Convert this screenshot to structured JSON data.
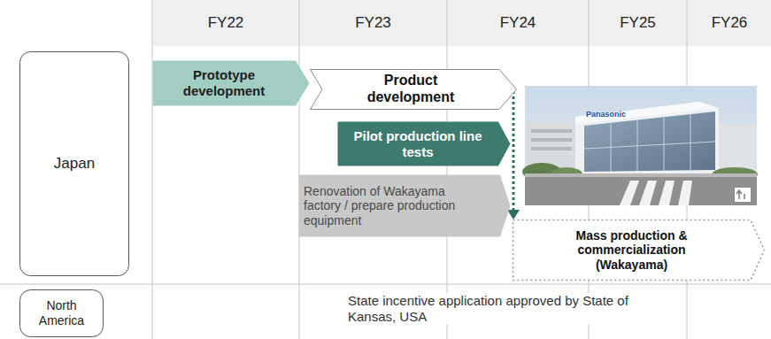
{
  "diagram": {
    "nodes": [
      {
        "text": [
          "FY22"
        ]
      },
      {
        "text": [
          "FY23"
        ]
      },
      {
        "text": [
          "FY24"
        ]
      },
      {
        "text": [
          "FY25"
        ]
      },
      {
        "text": [
          "FY26"
        ]
      },
      {
        "text": [
          "Japan"
        ]
      },
      {
        "text": [
          "Prototype development"
        ]
      },
      {
        "text": [
          "Product development"
        ]
      },
      {
        "text": [
          "Pilot production line tests"
        ]
      },
      {
        "text": [
          "Renovation of Wakayama factory / prepare production equipment"
        ]
      },
      {
        "text": [
          "Mass production & commercialization (Wakayama)"
        ]
      },
      {
        "text": [
          "North America"
        ]
      }
    ],
    "edges": [
      {
        "from": 7,
        "to": 10,
        "arrow": "to"
      }
    ],
    "labels": [
      "Panasonic",
      "State incentive application approved by State of Kansas, USA"
    ]
  }
}
